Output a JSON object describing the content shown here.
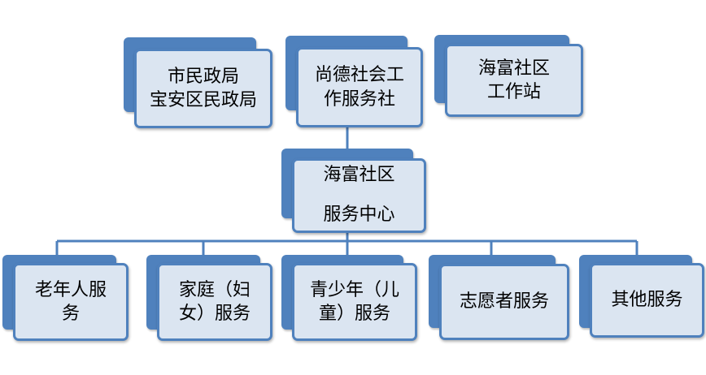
{
  "colors": {
    "accent": "#4f81bd",
    "box_fill": "#dbe5f1",
    "text": "#000000"
  },
  "top_row": {
    "civil_affairs": "市民政局\n宝安区民政局",
    "shangde": "尚德社会工\n作服务社",
    "workstation": "海富社区\n工作站"
  },
  "center": {
    "label": "海富社区\n\n服务中心"
  },
  "services": {
    "elderly": "老年人服\n务",
    "family": "家庭（妇\n女）服务",
    "youth": "青少年（儿\n童）服务",
    "volunteer": "志愿者服务",
    "other": "其他服务"
  }
}
